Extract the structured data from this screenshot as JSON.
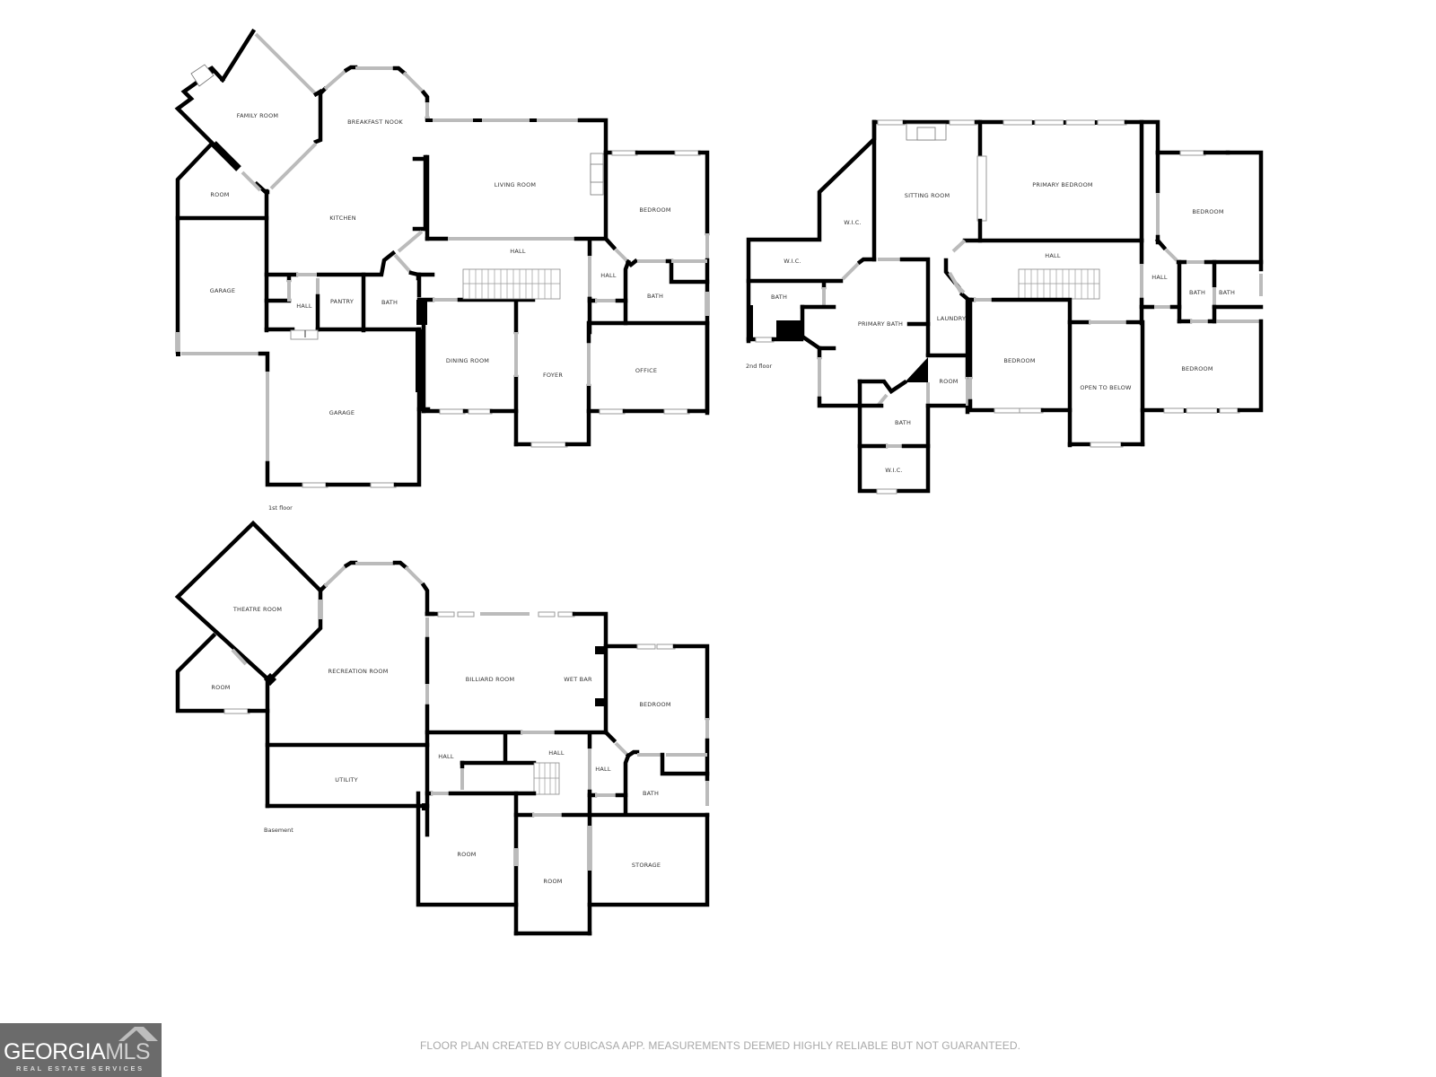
{
  "floors": {
    "first": {
      "label": "1st floor",
      "rooms": {
        "family_room": "FAMILY ROOM",
        "breakfast_nook": "BREAKFAST NOOK",
        "room": "ROOM",
        "kitchen": "KITCHEN",
        "living_room": "LIVING ROOM",
        "bedroom": "BEDROOM",
        "garage_left": "GARAGE",
        "hall_small": "HALL",
        "pantry": "PANTRY",
        "bath_left": "BATH",
        "hall_main": "HALL",
        "hall_right": "HALL",
        "bath_right": "BATH",
        "dining_room": "DINING ROOM",
        "foyer": "FOYER",
        "office": "OFFICE",
        "garage_main": "GARAGE"
      }
    },
    "second": {
      "label": "2nd floor",
      "rooms": {
        "wic_upper": "W.I.C.",
        "sitting_room": "SITTING ROOM",
        "primary_bedroom": "PRIMARY BEDROOM",
        "bedroom_ne": "BEDROOM",
        "wic_left": "W.I.C.",
        "hall_main": "HALL",
        "hall_right": "HALL",
        "bath_left": "BATH",
        "primary_bath": "PRIMARY BATH",
        "laundry": "LAUNDRY",
        "bath_r1": "BATH",
        "bath_r2": "BATH",
        "room": "ROOM",
        "bedroom_mid": "BEDROOM",
        "open_to_below": "OPEN TO BELOW",
        "bedroom_se": "BEDROOM",
        "bath_lower": "BATH",
        "wic_lower": "W.I.C."
      }
    },
    "basement": {
      "label": "Basement",
      "rooms": {
        "theatre_room": "THEATRE ROOM",
        "room_left": "ROOM",
        "recreation_room": "RECREATION ROOM",
        "billiard_room": "BILLIARD ROOM",
        "wet_bar": "WET BAR",
        "bedroom": "BEDROOM",
        "utility": "UTILITY",
        "hall_1": "HALL",
        "hall_2": "HALL",
        "hall_3": "HALL",
        "bath": "BATH",
        "room_mid": "ROOM",
        "room_low": "ROOM",
        "storage": "STORAGE"
      }
    }
  },
  "footer": {
    "logo_main": "GEORGIA",
    "logo_accent": "MLS",
    "logo_sub": "REAL ESTATE SERVICES",
    "disclaimer": "FLOOR PLAN CREATED BY CUBICASA APP. MEASUREMENTS DEEMED HIGHLY RELIABLE BUT NOT GUARANTEED."
  },
  "colors": {
    "wall": "#000000",
    "window": "#bbbbbb",
    "text": "#333333",
    "logo_bg": "#6b6b6b",
    "disclaimer": "#a8a8a8"
  }
}
